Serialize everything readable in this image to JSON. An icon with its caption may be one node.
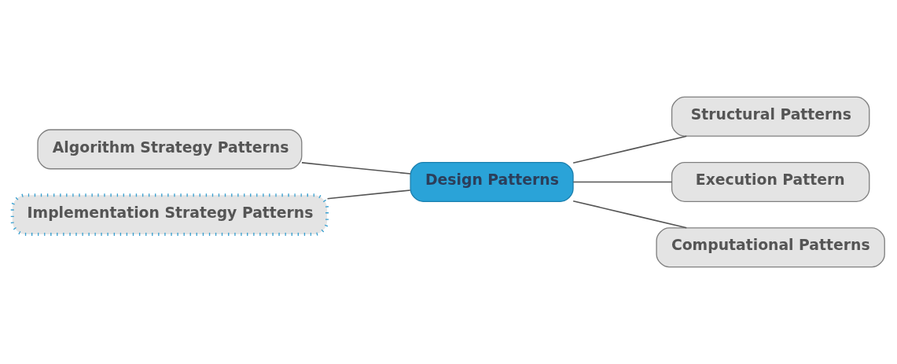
{
  "diagram": {
    "nodes": [
      {
        "text": [
          "Algorithm Strategy Patterns"
        ]
      },
      {
        "text": [
          "Implementation Strategy Patterns"
        ]
      },
      {
        "text": [
          "Design Patterns"
        ]
      },
      {
        "text": [
          "Structural Patterns"
        ]
      },
      {
        "text": [
          "Execution Pattern"
        ]
      },
      {
        "text": [
          "Computational Patterns"
        ]
      }
    ],
    "edges": [
      {
        "from": 0,
        "to": 2,
        "arrow": "none"
      },
      {
        "from": 1,
        "to": 2,
        "arrow": "none"
      },
      {
        "from": 2,
        "to": 3,
        "arrow": "none"
      },
      {
        "from": 2,
        "to": 4,
        "arrow": "none"
      },
      {
        "from": 2,
        "to": 5,
        "arrow": "none"
      }
    ]
  }
}
